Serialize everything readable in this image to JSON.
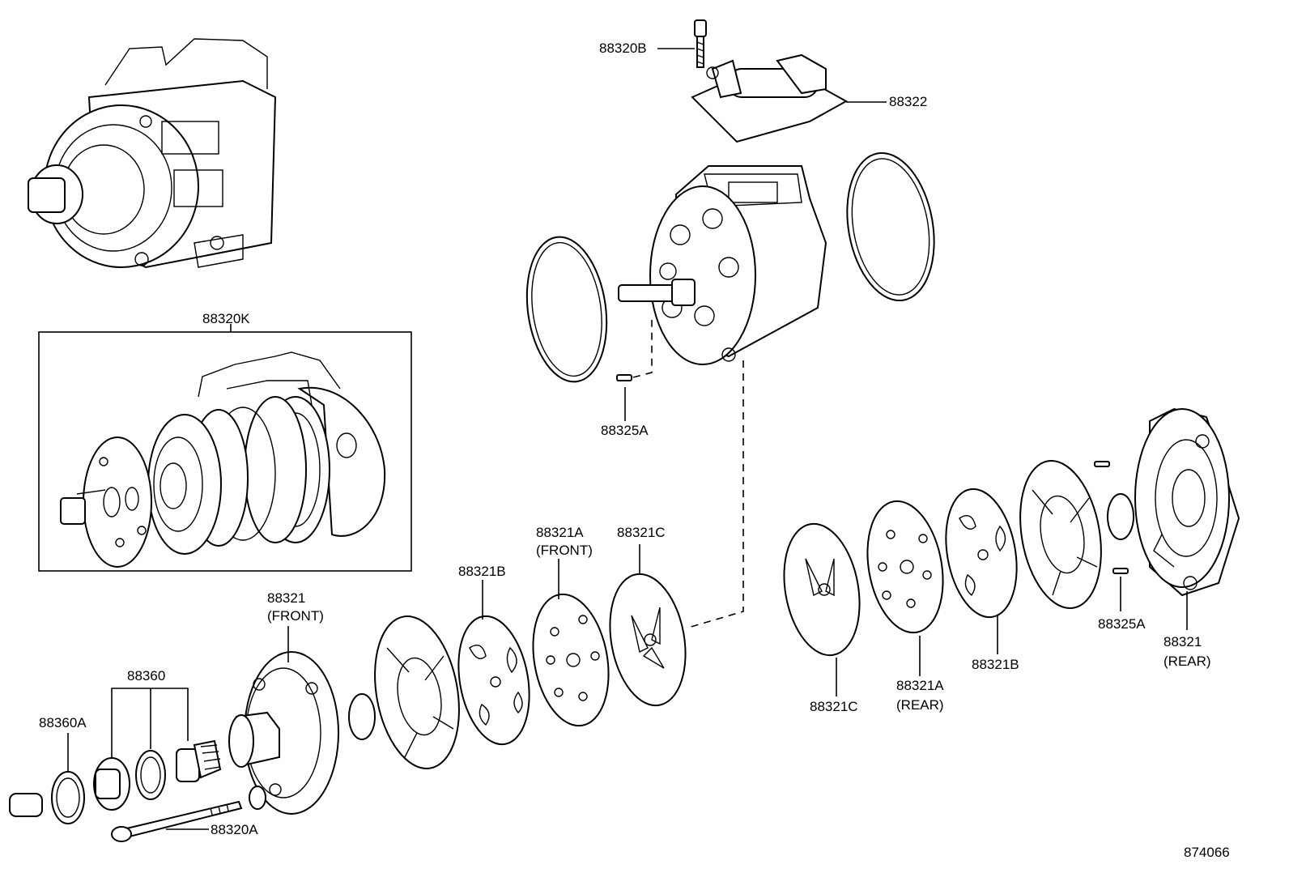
{
  "labels": {
    "l_88320B": "88320B",
    "l_88322": "88322",
    "l_88320K": "88320K",
    "l_88325A_top": "88325A",
    "l_88321A_front": "88321A",
    "l_88321A_front_sub": "(FRONT)",
    "l_88321C_front": "88321C",
    "l_88321B_front": "88321B",
    "l_88321_front": "88321",
    "l_88321_front_sub": "(FRONT)",
    "l_88360": "88360",
    "l_88360A": "88360A",
    "l_88320A": "88320A",
    "l_88321C_rear": "88321C",
    "l_88321A_rear": "88321A",
    "l_88321A_rear_sub": "(REAR)",
    "l_88321B_rear": "88321B",
    "l_88325A_rear": "88325A",
    "l_88321_rear": "88321",
    "l_88321_rear_sub": "(REAR)",
    "ref_number": "874066"
  }
}
